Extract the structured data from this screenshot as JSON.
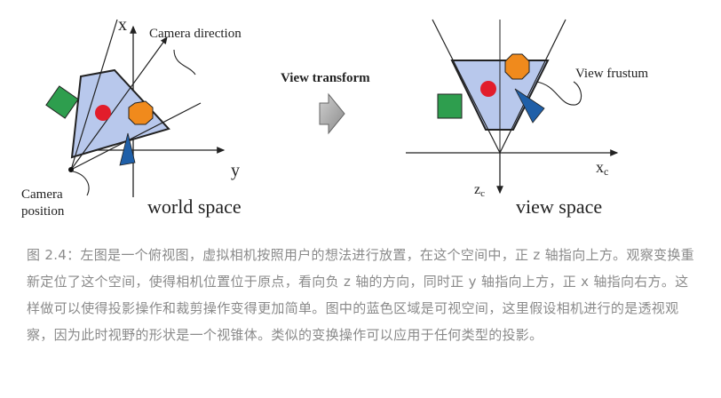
{
  "figure": {
    "left": {
      "axis_x": "x",
      "axis_y": "y",
      "camera_direction": "Camera direction",
      "camera_position_line1": "Camera",
      "camera_position_line2": "position",
      "space_label": "world space"
    },
    "middle": {
      "transform_label": "View transform"
    },
    "right": {
      "axis_x": "x",
      "axis_x_sub": "c",
      "axis_z": "z",
      "axis_z_sub": "c",
      "frustum_label": "View frustum",
      "space_label": "view space"
    },
    "colors": {
      "frustum": "#b8c8ec",
      "square": "#2e9e4e",
      "circle": "#e21d2b",
      "octagon": "#f08a1c",
      "cone": "#1f5fa8"
    }
  },
  "caption": "图 2.4：左图是一个俯视图，虚拟相机按照用户的想法进行放置，在这个空间中，正 z 轴指向上方。观察变换重新定位了这个空间，使得相机位置位于原点，看向负 z 轴的方向，同时正 y 轴指向上方，正 x 轴指向右方。这样做可以使得投影操作和裁剪操作变得更加简单。图中的蓝色区域是可视空间，这里假设相机进行的是透视观察，因为此时视野的形状是一个视锥体。类似的变换操作可以应用于任何类型的投影。"
}
